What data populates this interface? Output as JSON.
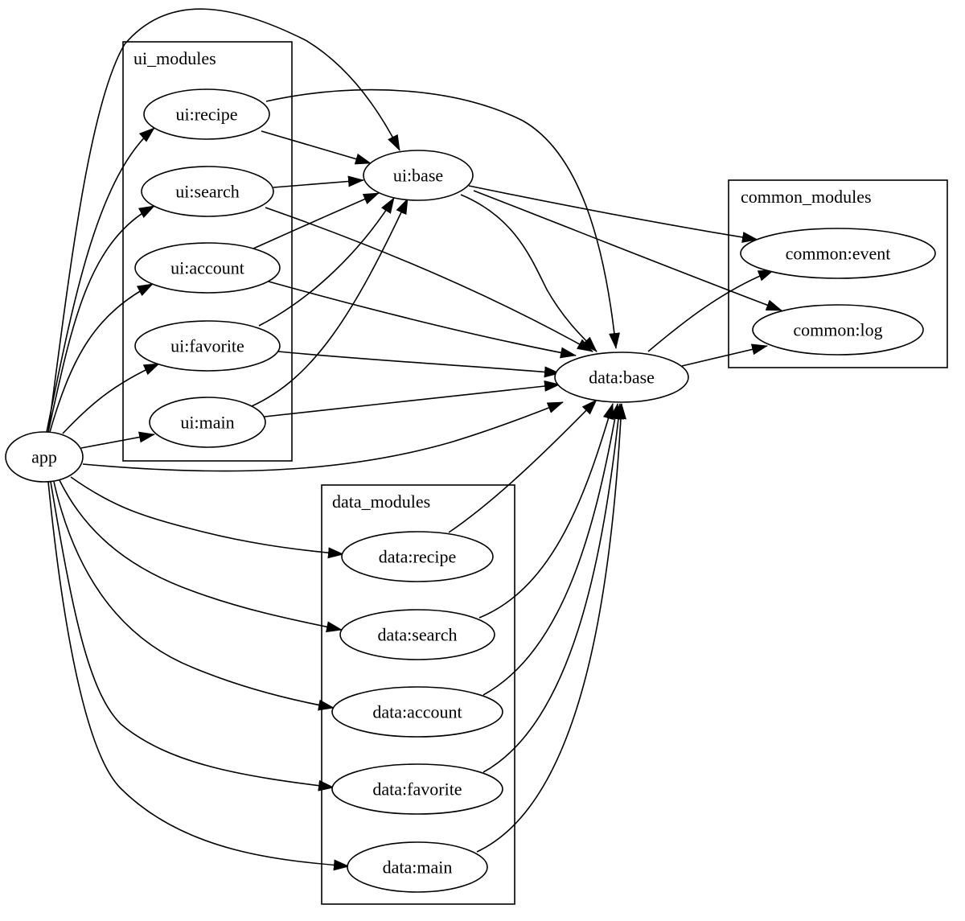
{
  "clusters": [
    {
      "id": "ui_modules",
      "label": "ui_modules"
    },
    {
      "id": "common_modules",
      "label": "common_modules"
    },
    {
      "id": "data_modules",
      "label": "data_modules"
    }
  ],
  "nodes": [
    {
      "id": "app",
      "label": "app"
    },
    {
      "id": "ui_recipe",
      "label": "ui:recipe"
    },
    {
      "id": "ui_search",
      "label": "ui:search"
    },
    {
      "id": "ui_account",
      "label": "ui:account"
    },
    {
      "id": "ui_favorite",
      "label": "ui:favorite"
    },
    {
      "id": "ui_main",
      "label": "ui:main"
    },
    {
      "id": "ui_base",
      "label": "ui:base"
    },
    {
      "id": "data_base",
      "label": "data:base"
    },
    {
      "id": "common_event",
      "label": "common:event"
    },
    {
      "id": "common_log",
      "label": "common:log"
    },
    {
      "id": "data_recipe",
      "label": "data:recipe"
    },
    {
      "id": "data_search",
      "label": "data:search"
    },
    {
      "id": "data_account",
      "label": "data:account"
    },
    {
      "id": "data_favorite",
      "label": "data:favorite"
    },
    {
      "id": "data_main",
      "label": "data:main"
    }
  ],
  "edges": [
    {
      "from": "app",
      "to": "ui_base"
    },
    {
      "from": "app",
      "to": "ui_recipe"
    },
    {
      "from": "app",
      "to": "ui_search"
    },
    {
      "from": "app",
      "to": "ui_account"
    },
    {
      "from": "app",
      "to": "ui_favorite"
    },
    {
      "from": "app",
      "to": "ui_main"
    },
    {
      "from": "app",
      "to": "data_base"
    },
    {
      "from": "app",
      "to": "data_recipe"
    },
    {
      "from": "app",
      "to": "data_search"
    },
    {
      "from": "app",
      "to": "data_account"
    },
    {
      "from": "app",
      "to": "data_favorite"
    },
    {
      "from": "app",
      "to": "data_main"
    },
    {
      "from": "ui_recipe",
      "to": "ui_base"
    },
    {
      "from": "ui_recipe",
      "to": "data_base"
    },
    {
      "from": "ui_search",
      "to": "ui_base"
    },
    {
      "from": "ui_search",
      "to": "data_base"
    },
    {
      "from": "ui_account",
      "to": "ui_base"
    },
    {
      "from": "ui_account",
      "to": "data_base"
    },
    {
      "from": "ui_favorite",
      "to": "ui_base"
    },
    {
      "from": "ui_favorite",
      "to": "data_base"
    },
    {
      "from": "ui_main",
      "to": "ui_base"
    },
    {
      "from": "ui_main",
      "to": "data_base"
    },
    {
      "from": "ui_base",
      "to": "common_event"
    },
    {
      "from": "ui_base",
      "to": "common_log"
    },
    {
      "from": "ui_base",
      "to": "data_base"
    },
    {
      "from": "data_base",
      "to": "common_event"
    },
    {
      "from": "data_base",
      "to": "common_log"
    },
    {
      "from": "data_recipe",
      "to": "data_base"
    },
    {
      "from": "data_search",
      "to": "data_base"
    },
    {
      "from": "data_account",
      "to": "data_base"
    },
    {
      "from": "data_favorite",
      "to": "data_base"
    },
    {
      "from": "data_main",
      "to": "data_base"
    }
  ]
}
